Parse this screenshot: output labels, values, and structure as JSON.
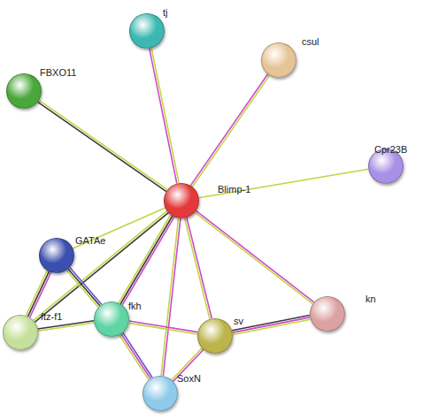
{
  "diagram": {
    "nodes": [
      {
        "text": [
          "tj"
        ]
      },
      {
        "text": [
          "csul"
        ]
      },
      {
        "text": [
          "FBXO11"
        ]
      },
      {
        "text": [
          "Cpr23B"
        ]
      },
      {
        "text": [
          "Blimp-1"
        ]
      },
      {
        "text": [
          "GATAe"
        ]
      },
      {
        "text": [
          "kn"
        ]
      },
      {
        "text": [
          "ftz-f1"
        ]
      },
      {
        "text": [
          "fkh"
        ]
      },
      {
        "text": [
          "sv"
        ]
      },
      {
        "text": [
          "SoxN"
        ]
      }
    ],
    "edges": [
      {
        "from": 4,
        "to": 0,
        "arrow": "none"
      },
      {
        "from": 4,
        "to": 1,
        "arrow": "none"
      },
      {
        "from": 4,
        "to": 2,
        "arrow": "none"
      },
      {
        "from": 4,
        "to": 3,
        "arrow": "none"
      },
      {
        "from": 4,
        "to": 5,
        "arrow": "none"
      },
      {
        "from": 4,
        "to": 7,
        "arrow": "none"
      },
      {
        "from": 4,
        "to": 8,
        "arrow": "none"
      },
      {
        "from": 4,
        "to": 10,
        "arrow": "none"
      },
      {
        "from": 4,
        "to": 9,
        "arrow": "none"
      },
      {
        "from": 4,
        "to": 6,
        "arrow": "none"
      },
      {
        "from": 5,
        "to": 7,
        "arrow": "none"
      },
      {
        "from": 5,
        "to": 8,
        "arrow": "none"
      },
      {
        "from": 7,
        "to": 8,
        "arrow": "none"
      },
      {
        "from": 8,
        "to": 10,
        "arrow": "none"
      },
      {
        "from": 8,
        "to": 9,
        "arrow": "none"
      },
      {
        "from": 9,
        "to": 10,
        "arrow": "none"
      },
      {
        "from": 9,
        "to": 6,
        "arrow": "none"
      }
    ]
  }
}
